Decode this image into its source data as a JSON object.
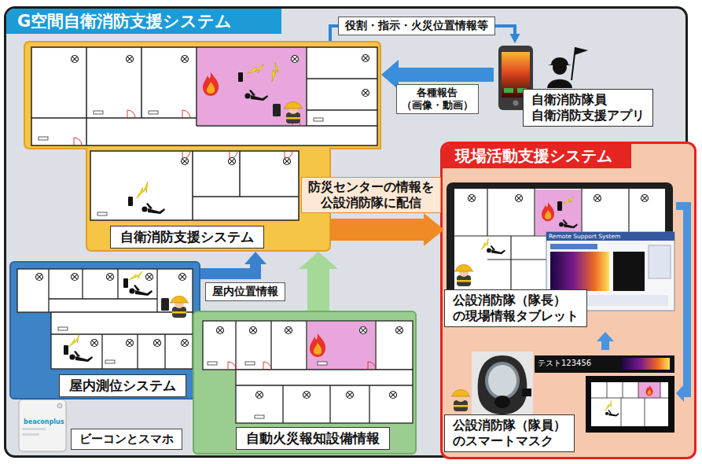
{
  "diagram": {
    "nodes": [
      {
        "text": [
          "G空間自衛消防支援システム"
        ]
      },
      {
        "text": [
          "自衛消防支援システム"
        ],
        "in": 0
      },
      {
        "text": [
          "自衛消防隊員 自衛消防支援アプリ"
        ],
        "in": 0
      },
      {
        "text": [
          "現場活動支援システム"
        ]
      },
      {
        "text": [
          "公設消防隊（隊長） の現場情報タブレット"
        ],
        "in": 3
      },
      {
        "text": [
          "屋内測位システム"
        ],
        "in": 0
      },
      {
        "text": [
          "自動火災報知設備情報"
        ],
        "in": 0
      },
      {
        "text": [
          "ビーコンとスマホ"
        ],
        "in": 0
      },
      {
        "text": [
          "公設消防隊（隊員） のスマートマスク"
        ],
        "in": 3
      }
    ],
    "edges": [
      {
        "from": 1,
        "to": 2,
        "label": "役割・指示・火災位置情報等",
        "arrow": "to"
      },
      {
        "from": 2,
        "to": 1,
        "label": "各種報告 （画像・動画）",
        "arrow": "to"
      },
      {
        "from": 5,
        "to": 1,
        "label": "屋内位置情報",
        "arrow": "to"
      },
      {
        "from": 6,
        "to": 1,
        "arrow": "to"
      },
      {
        "from": 1,
        "to": 4,
        "label": "防災センターの情報を 公設消防隊に配信",
        "arrow": "to"
      },
      {
        "from": 8,
        "to": 4,
        "arrow": "to"
      },
      {
        "from": 4,
        "to": 8,
        "arrow": "to"
      }
    ],
    "labels": [
      "beaconplus",
      "Remote Support System",
      "テスト123456"
    ]
  }
}
